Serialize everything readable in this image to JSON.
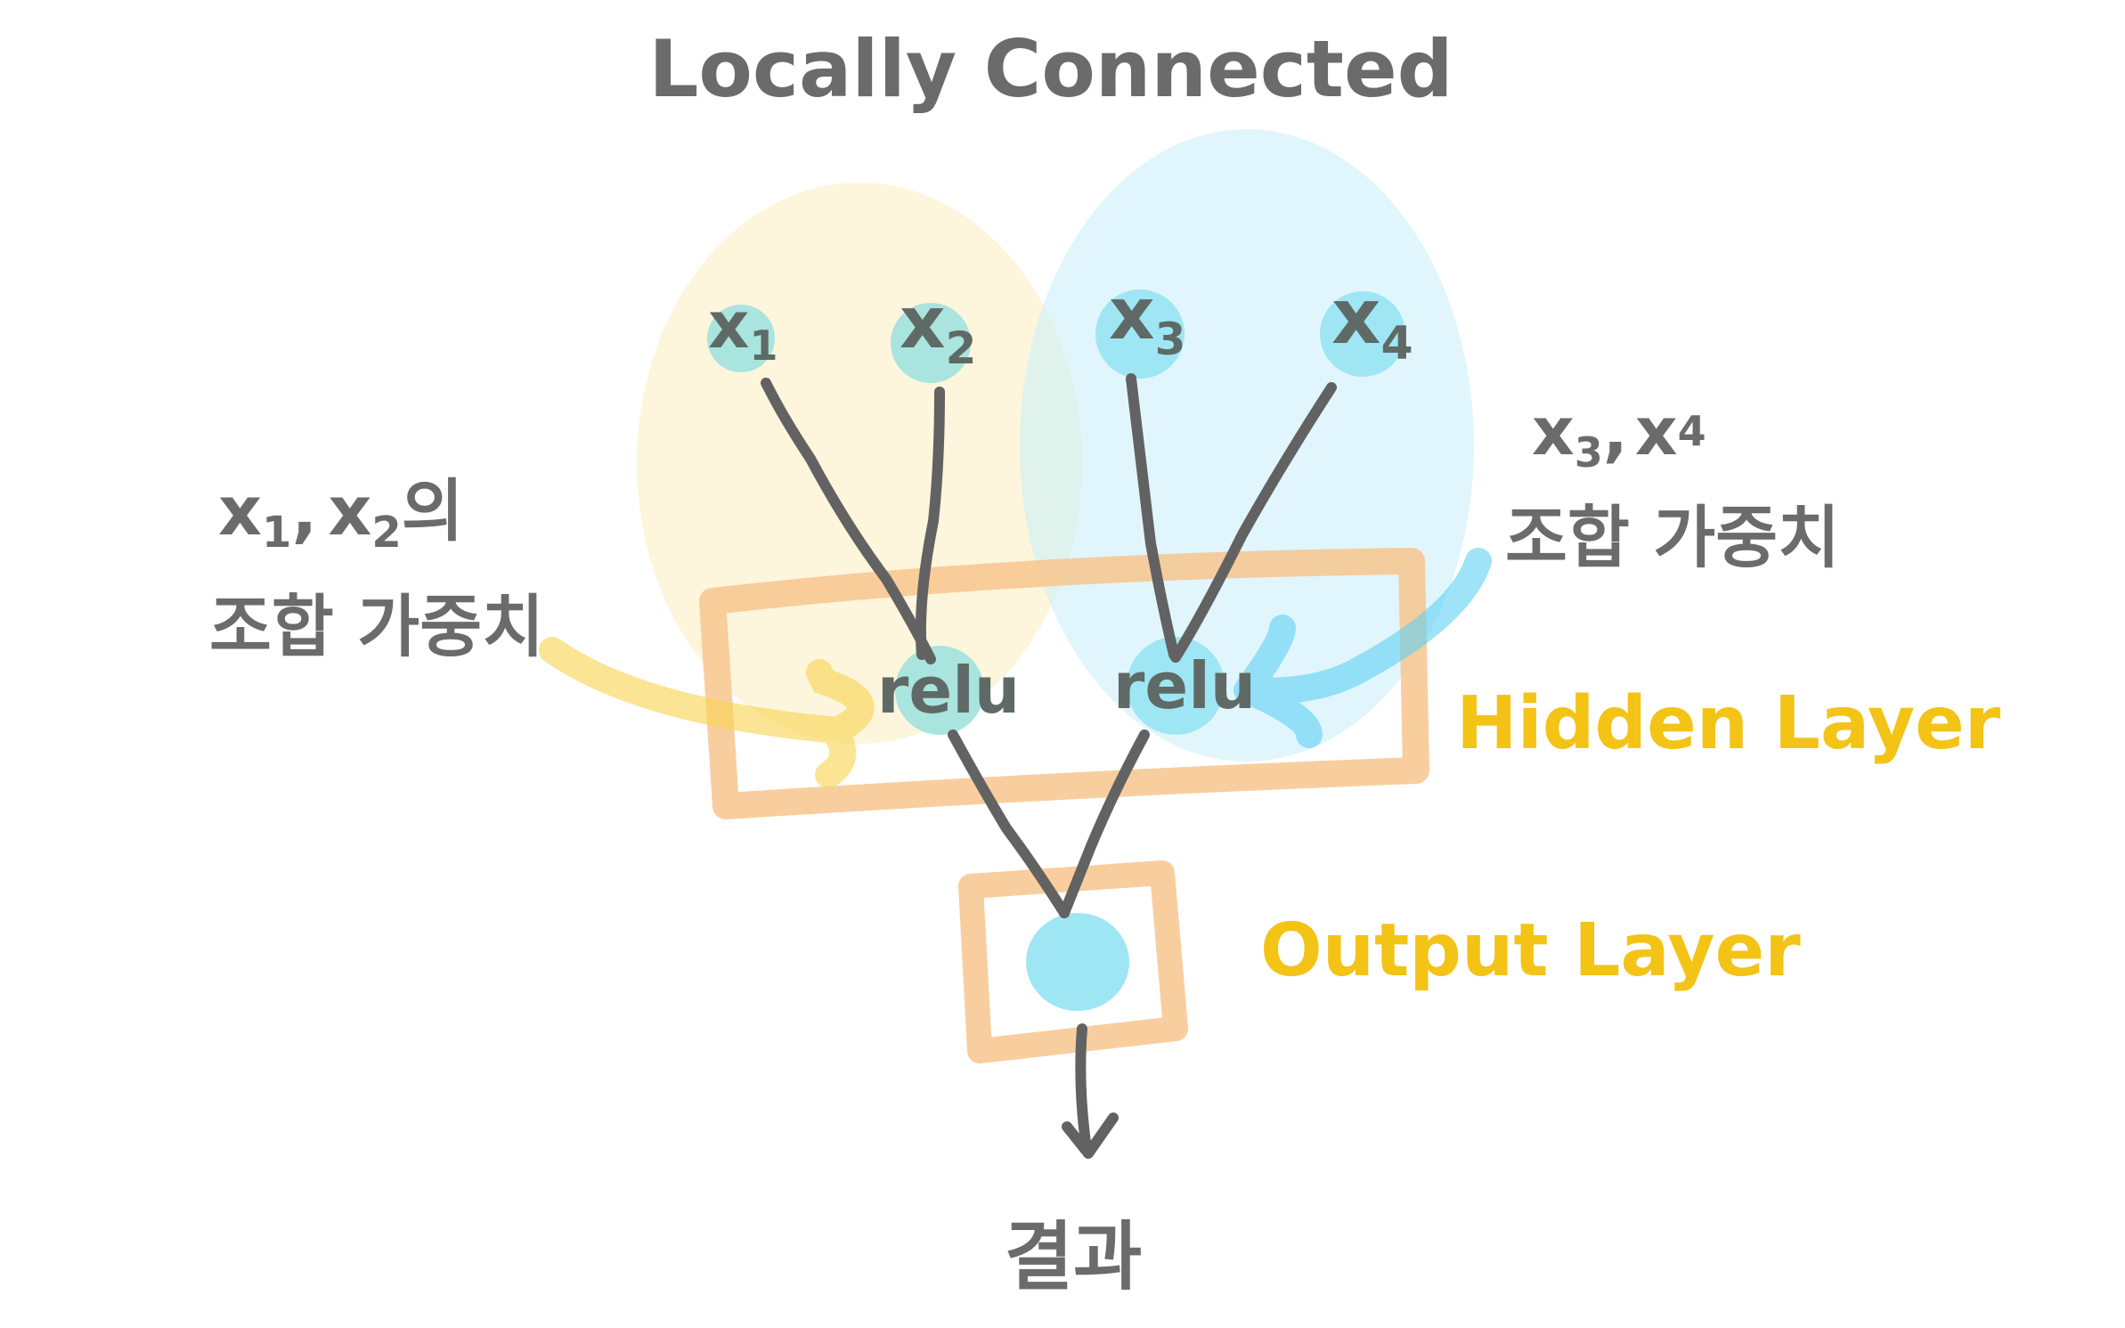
{
  "title": "Locally Connected",
  "inputs": [
    {
      "id": "x1",
      "base": "x",
      "sub": "1"
    },
    {
      "id": "x2",
      "base": "x",
      "sub": "2"
    },
    {
      "id": "x3",
      "base": "x",
      "sub": "3"
    },
    {
      "id": "x4",
      "base": "x",
      "sub": "4"
    }
  ],
  "hidden_nodes": [
    "relu",
    "relu"
  ],
  "labels": {
    "left_annotation": {
      "line1_a": "x",
      "line1_a_sub": "1",
      "line1_sep": ",",
      "line1_b": "x",
      "line1_b_sub": "2",
      "line1_suffix": "의",
      "line2": "조합 가중치"
    },
    "right_annotation": {
      "line1_a": "x",
      "line1_a_sub": "3",
      "line1_sep": ",",
      "line1_b": "x",
      "line1_b_sub": "4",
      "line2": "조합 가중치"
    },
    "hidden_layer": "Hidden Layer",
    "output_layer": "Output Layer",
    "result": "결과"
  },
  "colors": {
    "ink": "#626262",
    "yellow_text": "#f3c316",
    "left_region": "#fdf3d6",
    "right_region": "#c9eefa",
    "layer_box": "#f7c58e",
    "node": "#9fe6f5",
    "node_left": "#a9e4de"
  }
}
